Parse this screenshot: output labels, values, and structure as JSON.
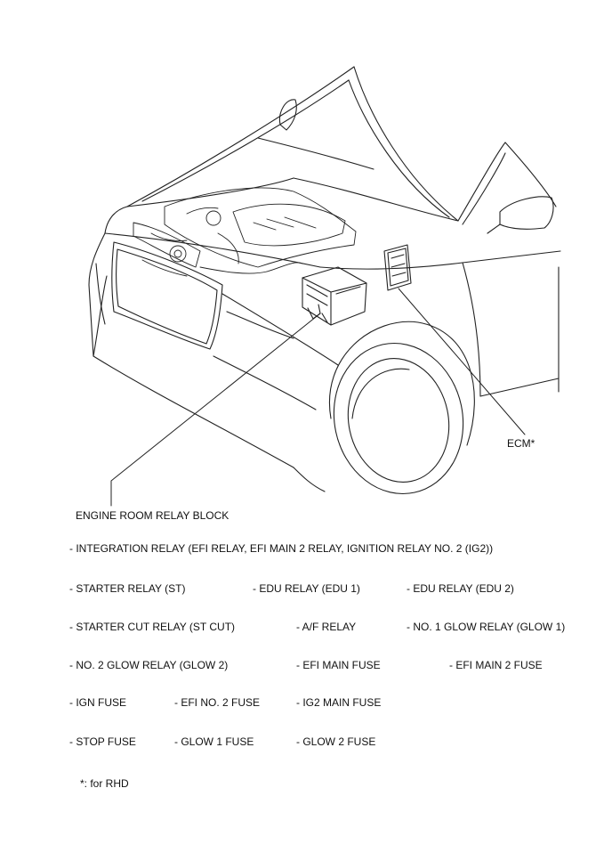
{
  "callouts": {
    "ecm": "ECM*",
    "engine_room_relay_block": "ENGINE ROOM RELAY BLOCK"
  },
  "items": {
    "integration_relay": "- INTEGRATION RELAY (EFI RELAY, EFI MAIN 2 RELAY, IGNITION RELAY NO. 2 (IG2))",
    "starter_relay": "- STARTER RELAY (ST)",
    "edu_relay_1": "- EDU RELAY (EDU 1)",
    "edu_relay_2": "- EDU RELAY (EDU 2)",
    "starter_cut_relay": "- STARTER CUT RELAY (ST CUT)",
    "af_relay": "- A/F RELAY",
    "glow_relay_1": "- NO. 1 GLOW RELAY (GLOW 1)",
    "glow_relay_2": "- NO. 2 GLOW RELAY (GLOW 2)",
    "efi_main_fuse": "- EFI MAIN FUSE",
    "efi_main_2_fuse": "- EFI MAIN 2 FUSE",
    "ign_fuse": "- IGN FUSE",
    "efi_no2_fuse": "- EFI NO. 2 FUSE",
    "ig2_main_fuse": "- IG2 MAIN FUSE",
    "stop_fuse": "- STOP FUSE",
    "glow_1_fuse": "- GLOW 1 FUSE",
    "glow_2_fuse": "- GLOW 2 FUSE"
  },
  "footnote": "*: for RHD"
}
